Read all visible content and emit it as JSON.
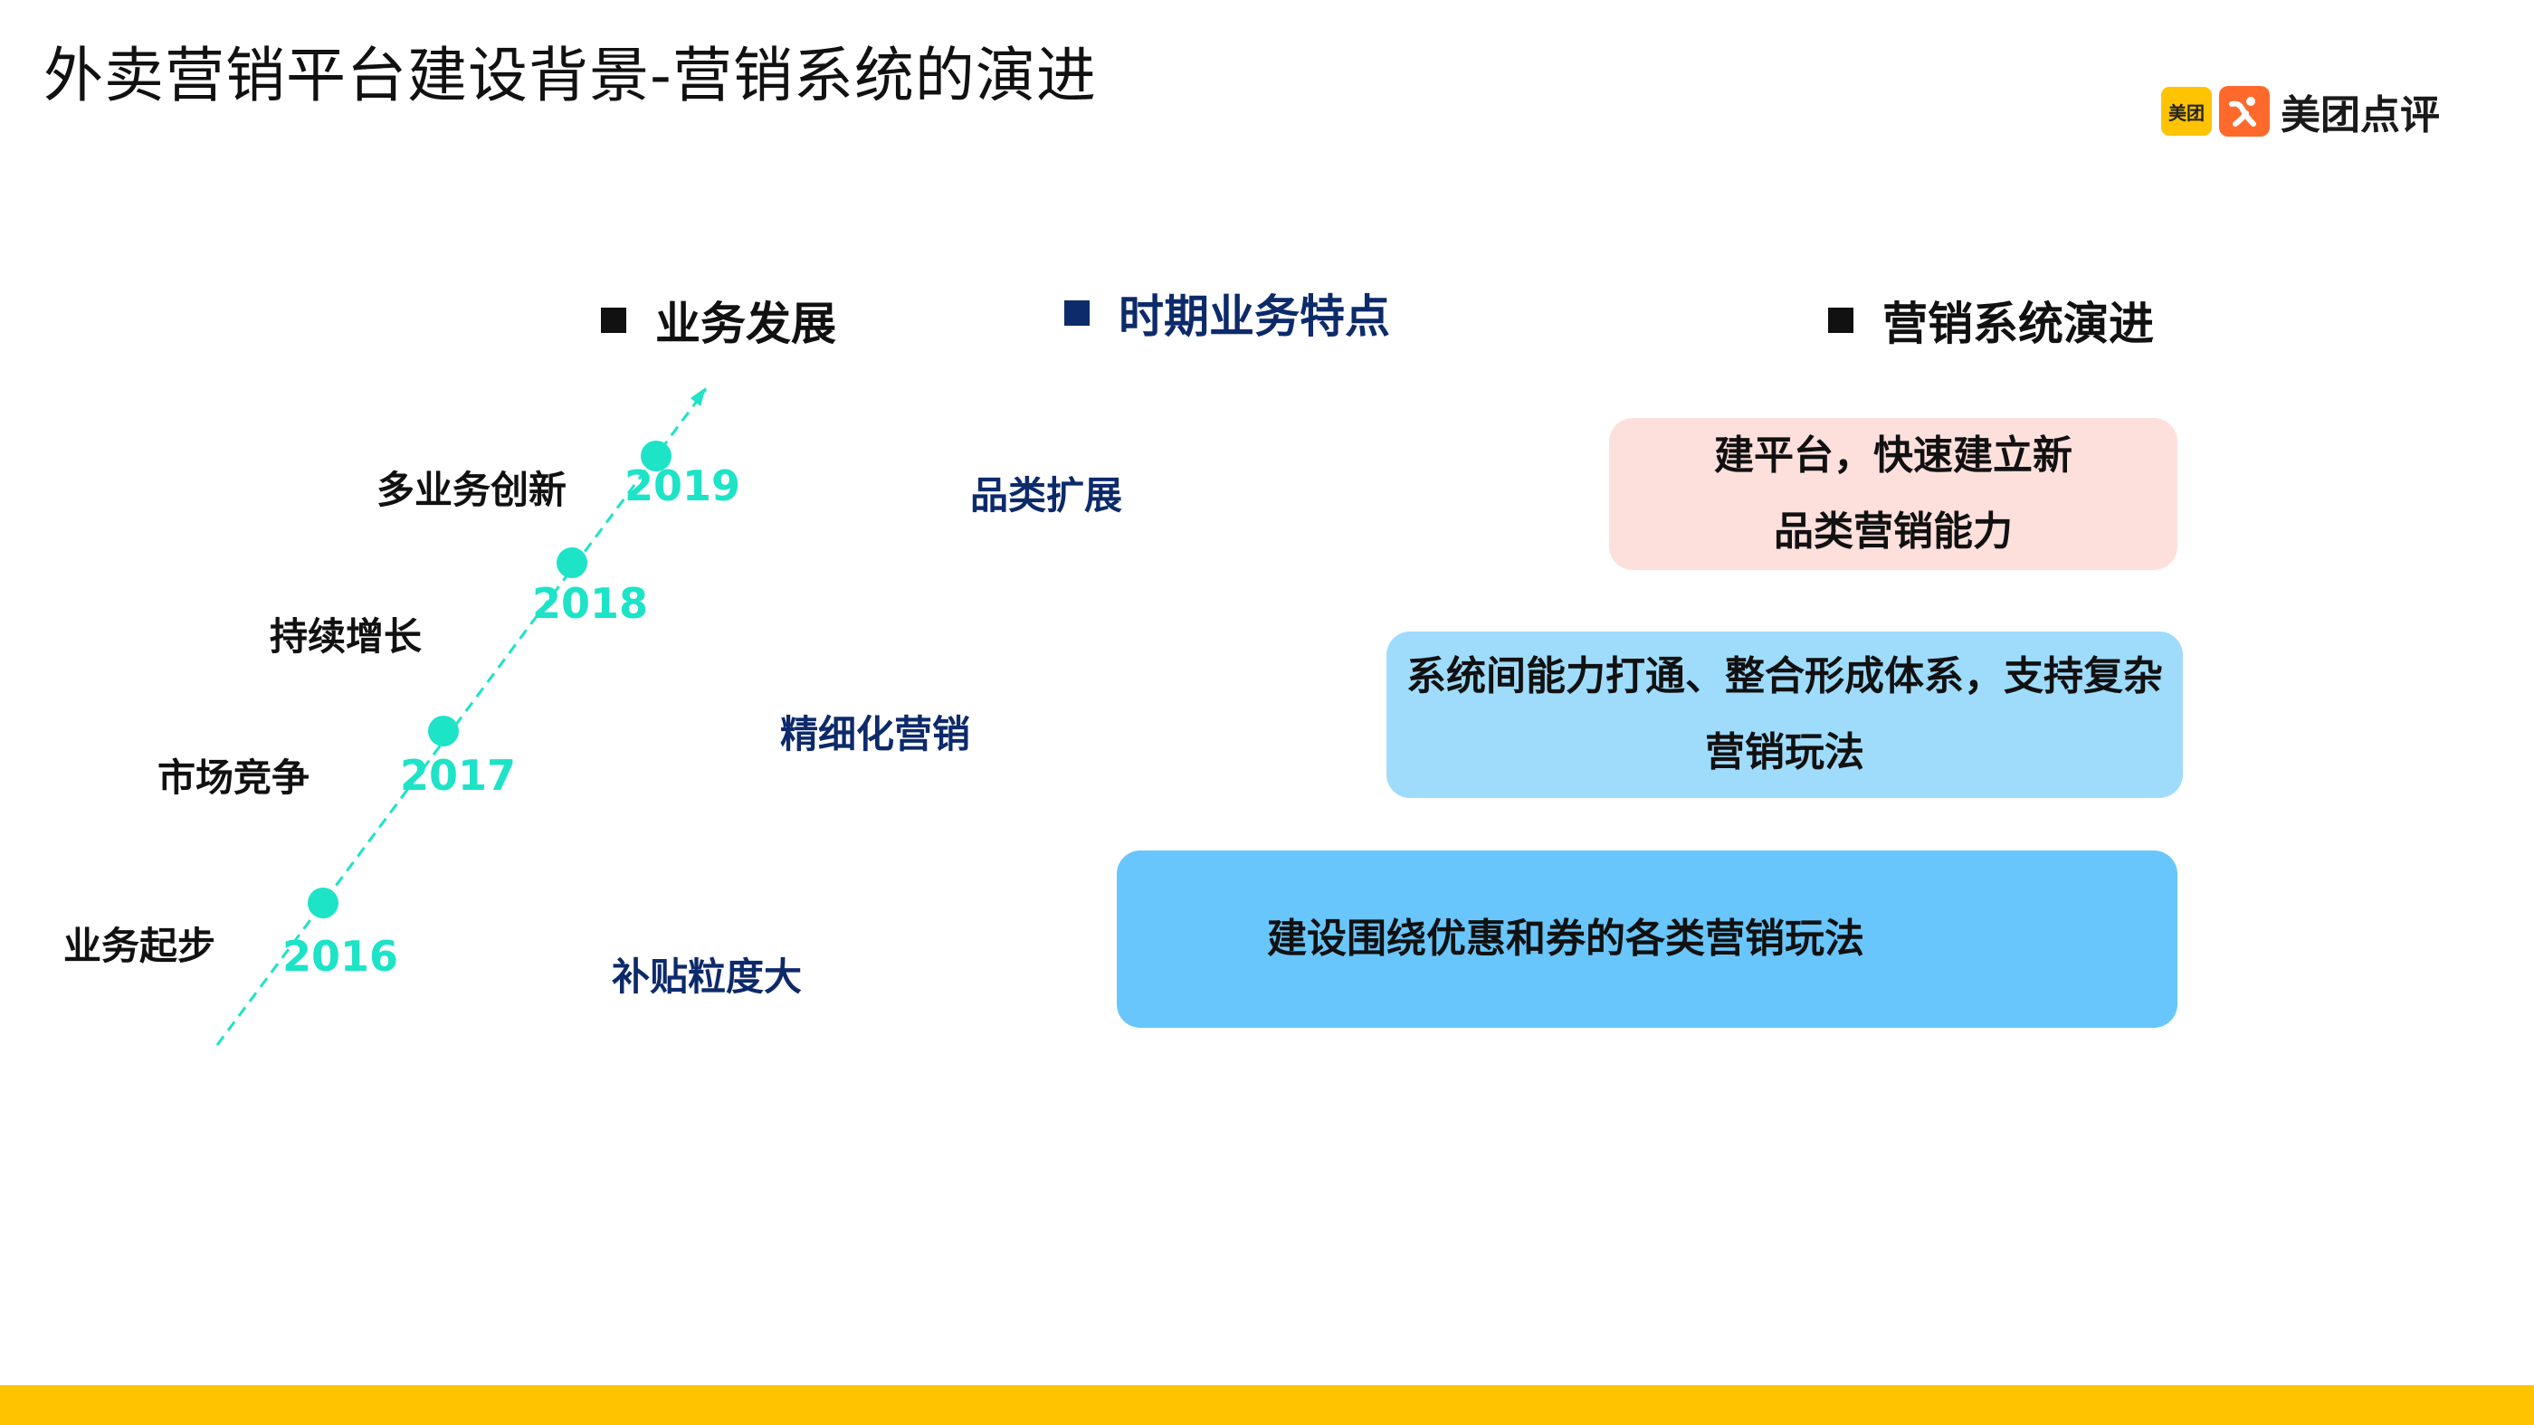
{
  "title": "外卖营销平台建设背景-营销系统的演进",
  "logo": {
    "badge_text": "美团",
    "brand_text": "美团点评",
    "badge_icon": "meituan-badge-icon",
    "orange_icon": "dianping-person-icon"
  },
  "sections": {
    "business": "业务发展",
    "features": "时期业务特点",
    "evolution": "营销系统演进"
  },
  "timeline": {
    "milestones": [
      {
        "year": "2016",
        "label": "业务起步"
      },
      {
        "year": "2017",
        "label": "市场竞争"
      },
      {
        "year": "2018",
        "label": "持续增长"
      },
      {
        "year": "2019",
        "label": "多业务创新"
      }
    ]
  },
  "features": [
    {
      "text": "补贴粒度大"
    },
    {
      "text": "精细化营销"
    },
    {
      "text": "品类扩展"
    }
  ],
  "evolution": {
    "stage1": "建设围绕优惠和券的各类营销玩法",
    "stage2_line1": "系统间能力打通、整合形成体系，支持复杂",
    "stage2_line2": "营销玩法",
    "stage3_line1": "建平台，快速建立新",
    "stage3_line2": "品类营销能力"
  },
  "colors": {
    "accent_yellow": "#ffc300",
    "navy": "#0d2a6b",
    "teal": "#1de3c7",
    "box_pink": "#fde0dc",
    "box_light_blue": "#9fdcfc",
    "box_blue": "#69c6fc"
  }
}
